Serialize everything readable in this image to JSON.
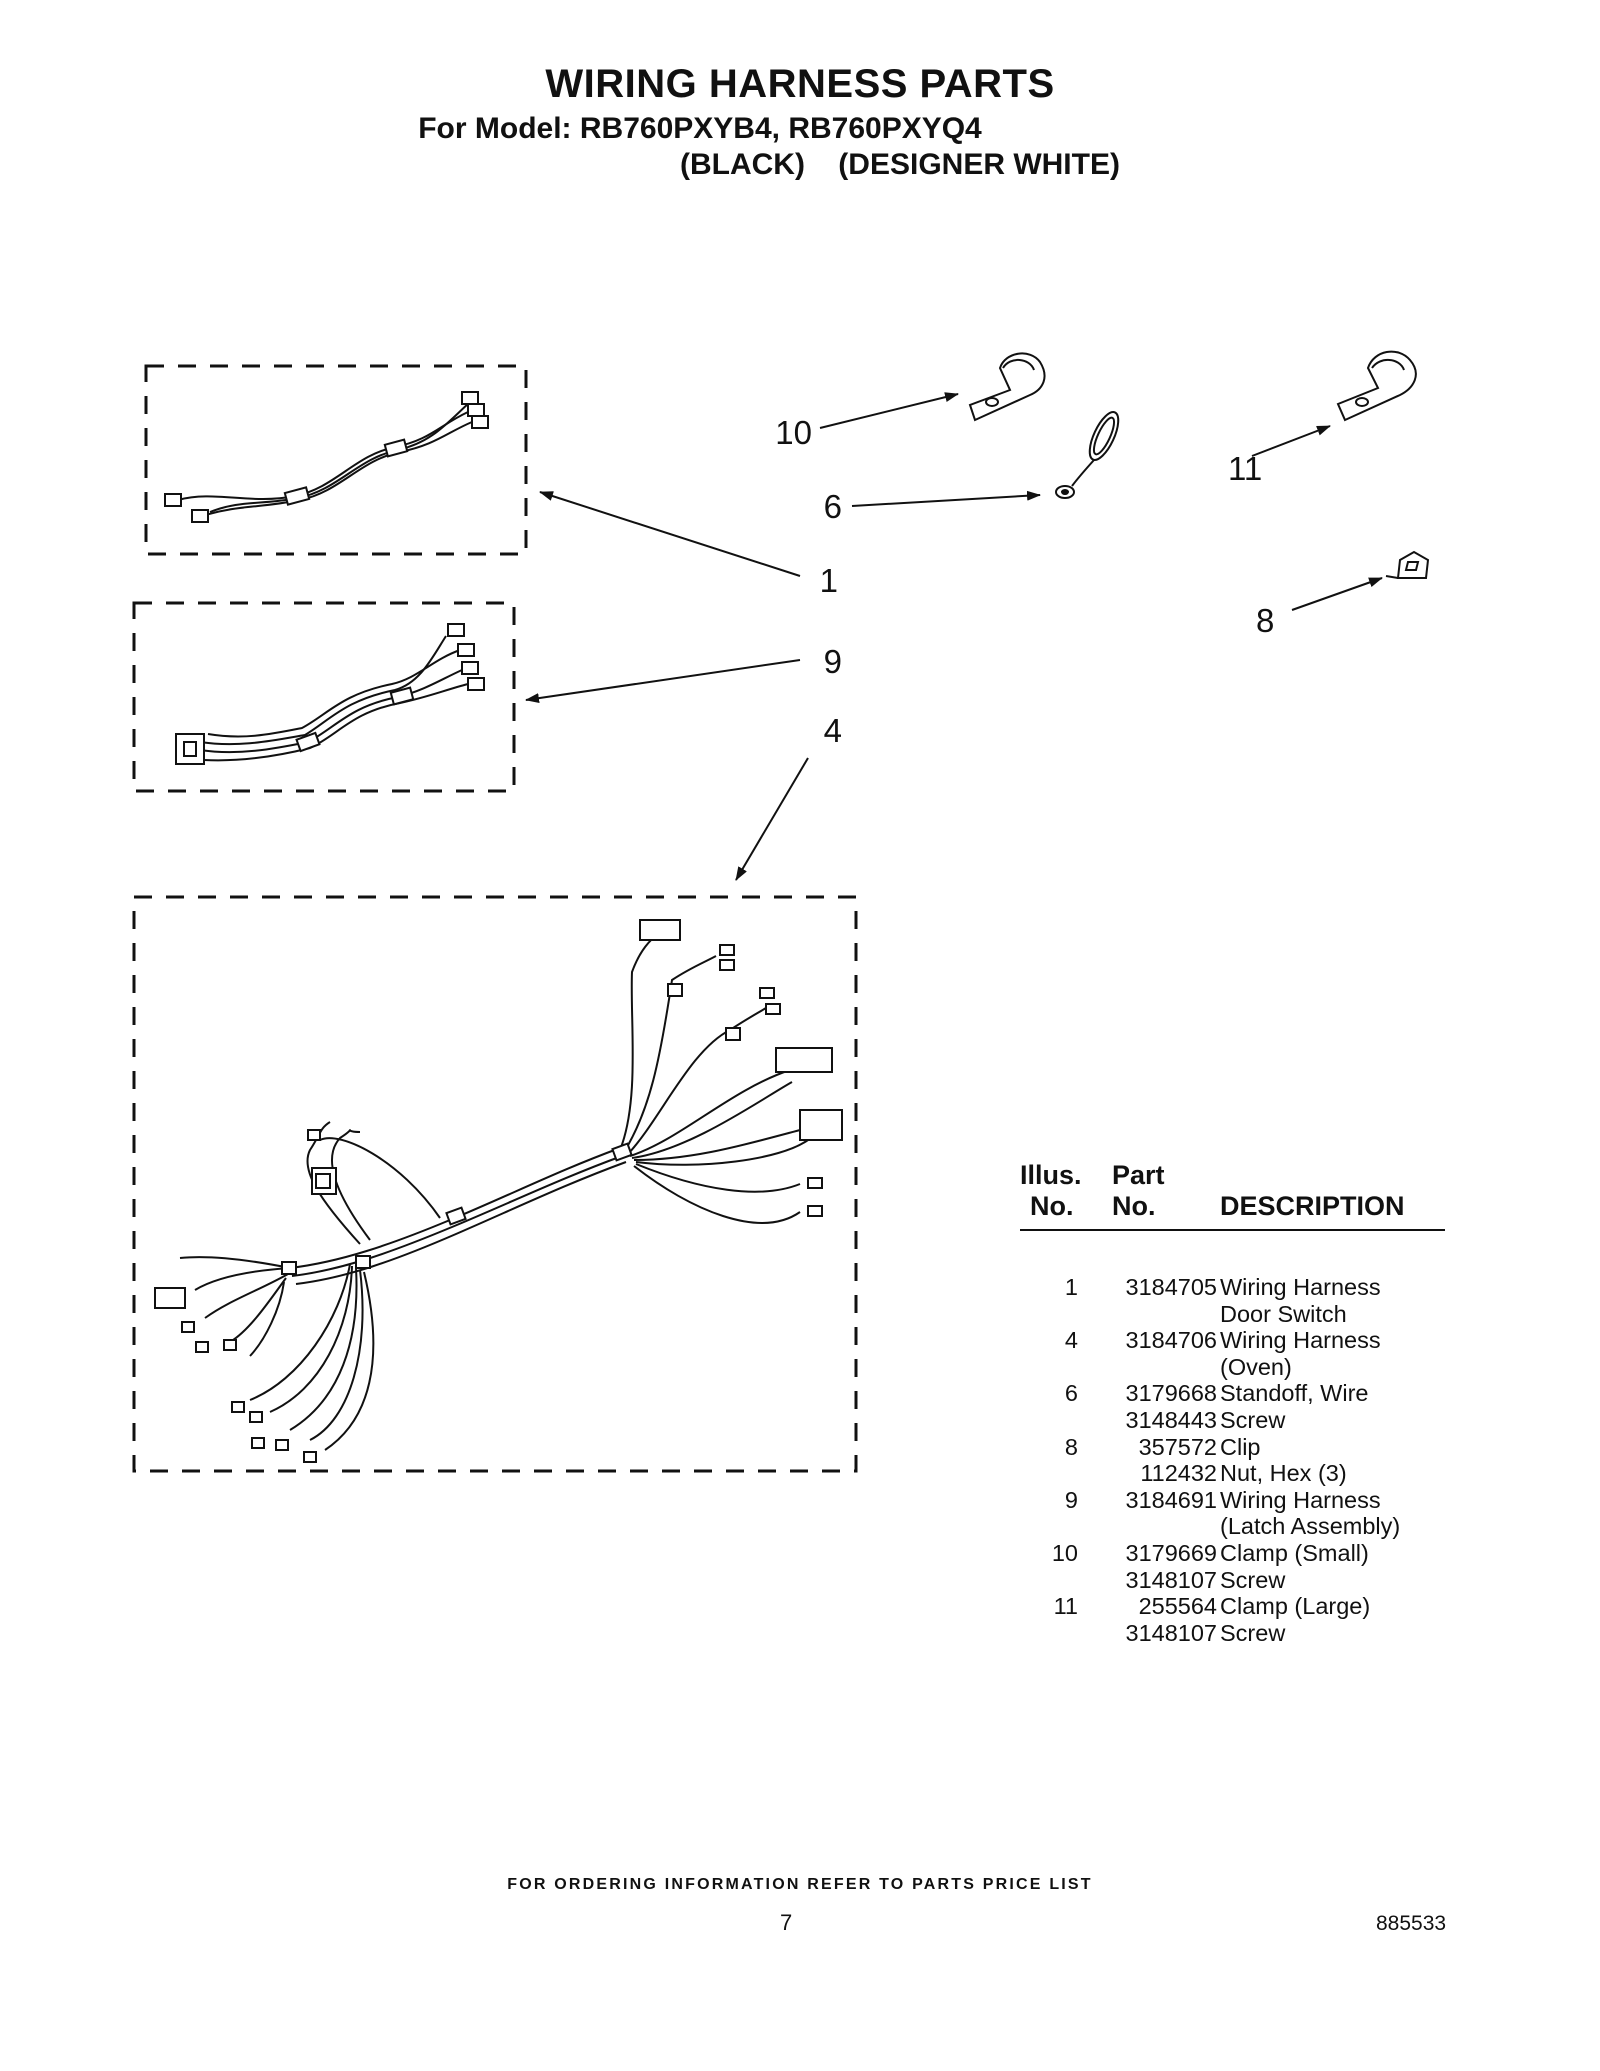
{
  "header": {
    "title": "WIRING HARNESS PARTS",
    "model_line": "For Model:  RB760PXYB4,  RB760PXYQ4",
    "color_line": "(BLACK)    (DESIGNER WHITE)"
  },
  "diagram": {
    "callouts": [
      "10",
      "6",
      "1",
      "9",
      "4",
      "11",
      "8"
    ]
  },
  "parts_table": {
    "headers": {
      "illus_line1": "Illus.",
      "illus_line2": "No.",
      "part_line1": "Part",
      "part_line2": "No.",
      "description": "DESCRIPTION"
    },
    "rows": [
      {
        "illus": "1",
        "part": "3184705",
        "desc": "Wiring Harness"
      },
      {
        "illus": "",
        "part": "",
        "desc": "Door Switch"
      },
      {
        "illus": "4",
        "part": "3184706",
        "desc": "Wiring Harness"
      },
      {
        "illus": "",
        "part": "",
        "desc": "(Oven)"
      },
      {
        "illus": "6",
        "part": "3179668",
        "desc": "Standoff, Wire"
      },
      {
        "illus": "",
        "part": "3148443",
        "desc": "Screw"
      },
      {
        "illus": "8",
        "part": "357572",
        "desc": "Clip"
      },
      {
        "illus": "",
        "part": "112432",
        "desc": "Nut, Hex (3)"
      },
      {
        "illus": "9",
        "part": "3184691",
        "desc": "Wiring Harness"
      },
      {
        "illus": "",
        "part": "",
        "desc": "(Latch Assembly)"
      },
      {
        "illus": "10",
        "part": "3179669",
        "desc": "Clamp (Small)"
      },
      {
        "illus": "",
        "part": "3148107",
        "desc": "Screw"
      },
      {
        "illus": "11",
        "part": "255564",
        "desc": "Clamp (Large)"
      },
      {
        "illus": "",
        "part": "3148107",
        "desc": "Screw"
      }
    ]
  },
  "footer": {
    "ordering_note": "FOR ORDERING INFORMATION REFER TO PARTS PRICE LIST",
    "page_number": "7",
    "document_number": "885533"
  }
}
